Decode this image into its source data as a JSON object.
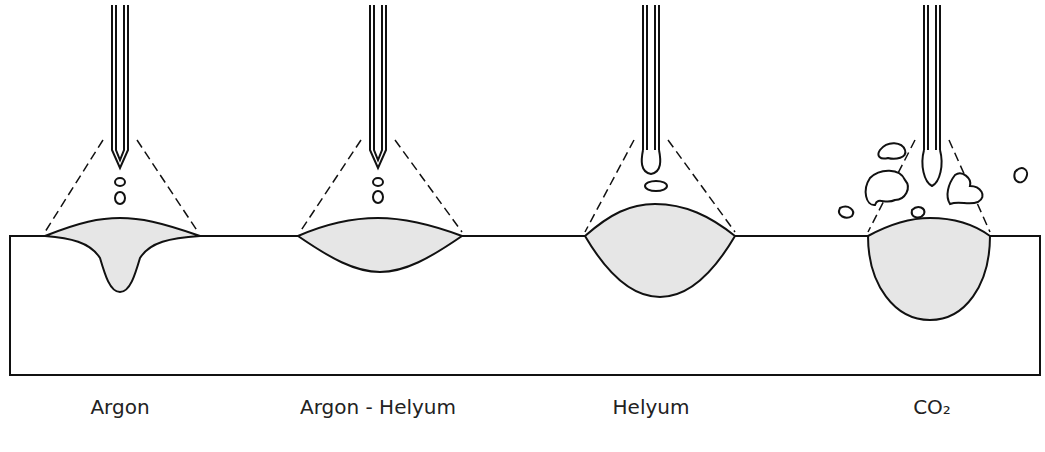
{
  "diagram": {
    "labels": [
      "Argon",
      "Argon - Helyum",
      "Helyum",
      "CO₂"
    ]
  }
}
